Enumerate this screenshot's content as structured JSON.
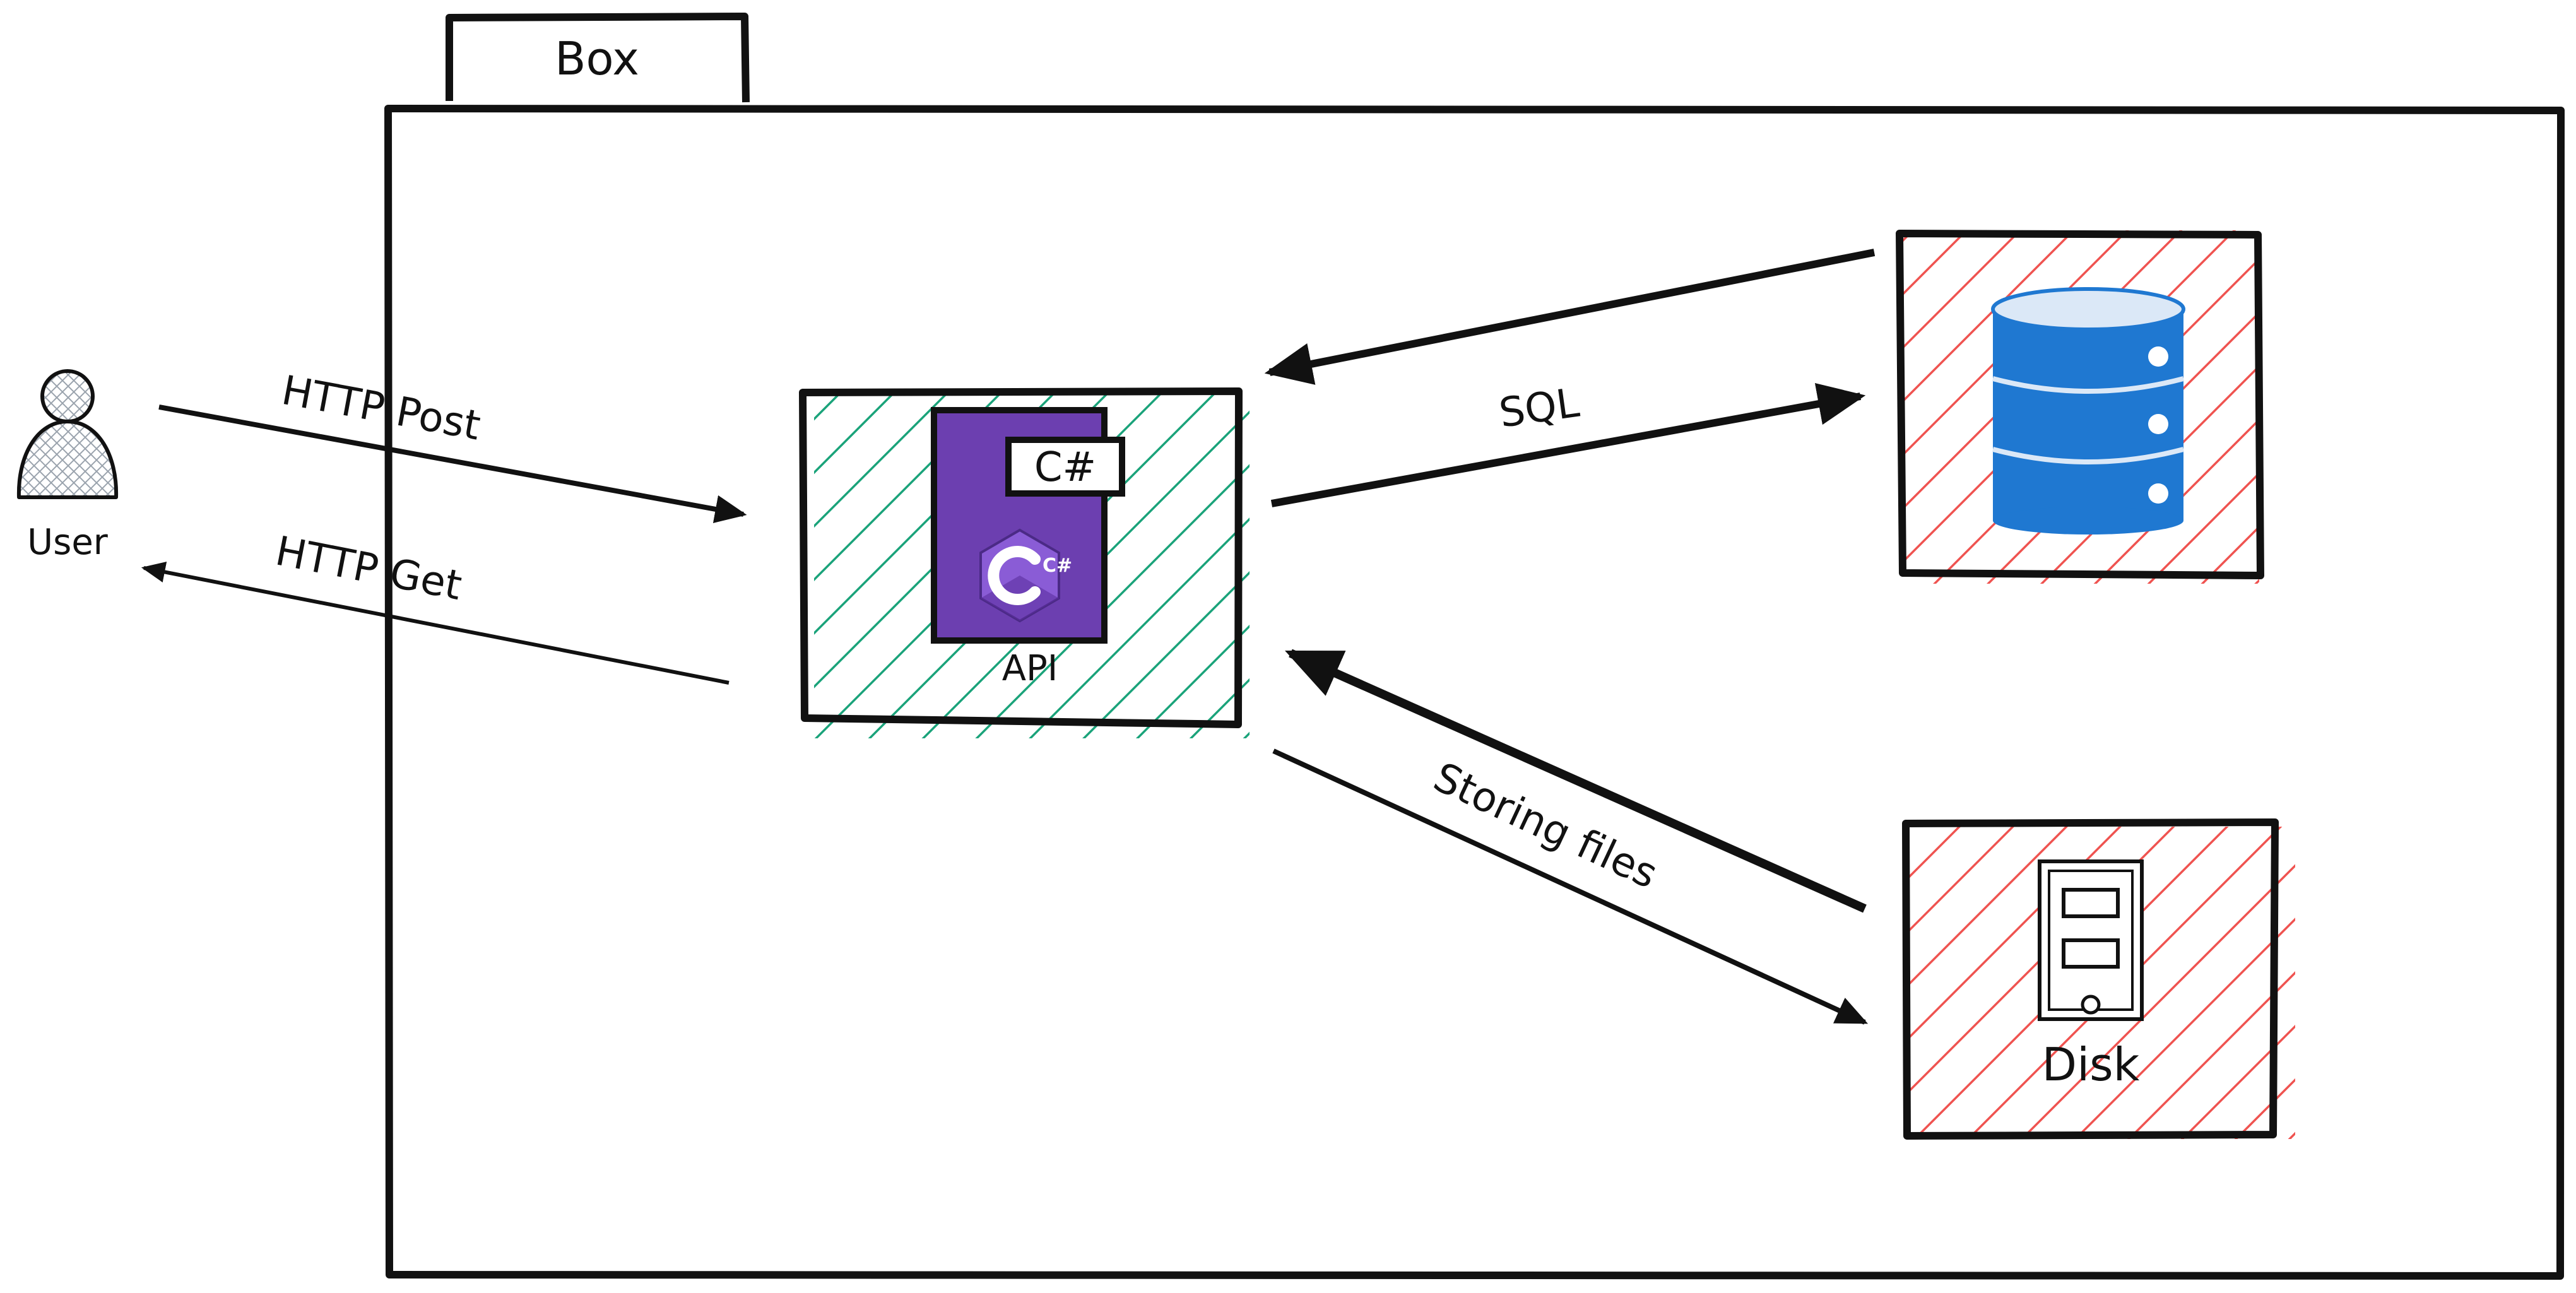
{
  "diagram": {
    "container": {
      "title": "Box"
    },
    "nodes": {
      "user": {
        "label": "User",
        "icon": "user-icon"
      },
      "api": {
        "label": "API",
        "icon": "csharp-file-icon",
        "badge": "C#",
        "logo_text": "C#"
      },
      "database": {
        "label": "",
        "icon": "database-icon"
      },
      "disk": {
        "label": "Disk",
        "icon": "disk-icon"
      }
    },
    "edges": {
      "http_post": {
        "label": "HTTP Post",
        "from": "user",
        "to": "api"
      },
      "http_get": {
        "label": "HTTP Get",
        "from": "api",
        "to": "user"
      },
      "sql_request": {
        "label": "SQL",
        "from": "api",
        "to": "database"
      },
      "sql_response": {
        "label": "",
        "from": "database",
        "to": "api"
      },
      "store_files": {
        "label": "Storing files",
        "from": "api",
        "to": "disk"
      },
      "read_files": {
        "label": "",
        "from": "disk",
        "to": "api"
      }
    },
    "colors": {
      "stroke": "#111111",
      "api_hatch": "#1aa37a",
      "store_hatch": "#ef5350",
      "csharp_purple": "#6c3fb0",
      "csharp_logo": "#8a5cd6",
      "db_blue": "#1f78d1",
      "db_top": "#dbe8f7",
      "user_fill": "#d9dde3"
    }
  }
}
